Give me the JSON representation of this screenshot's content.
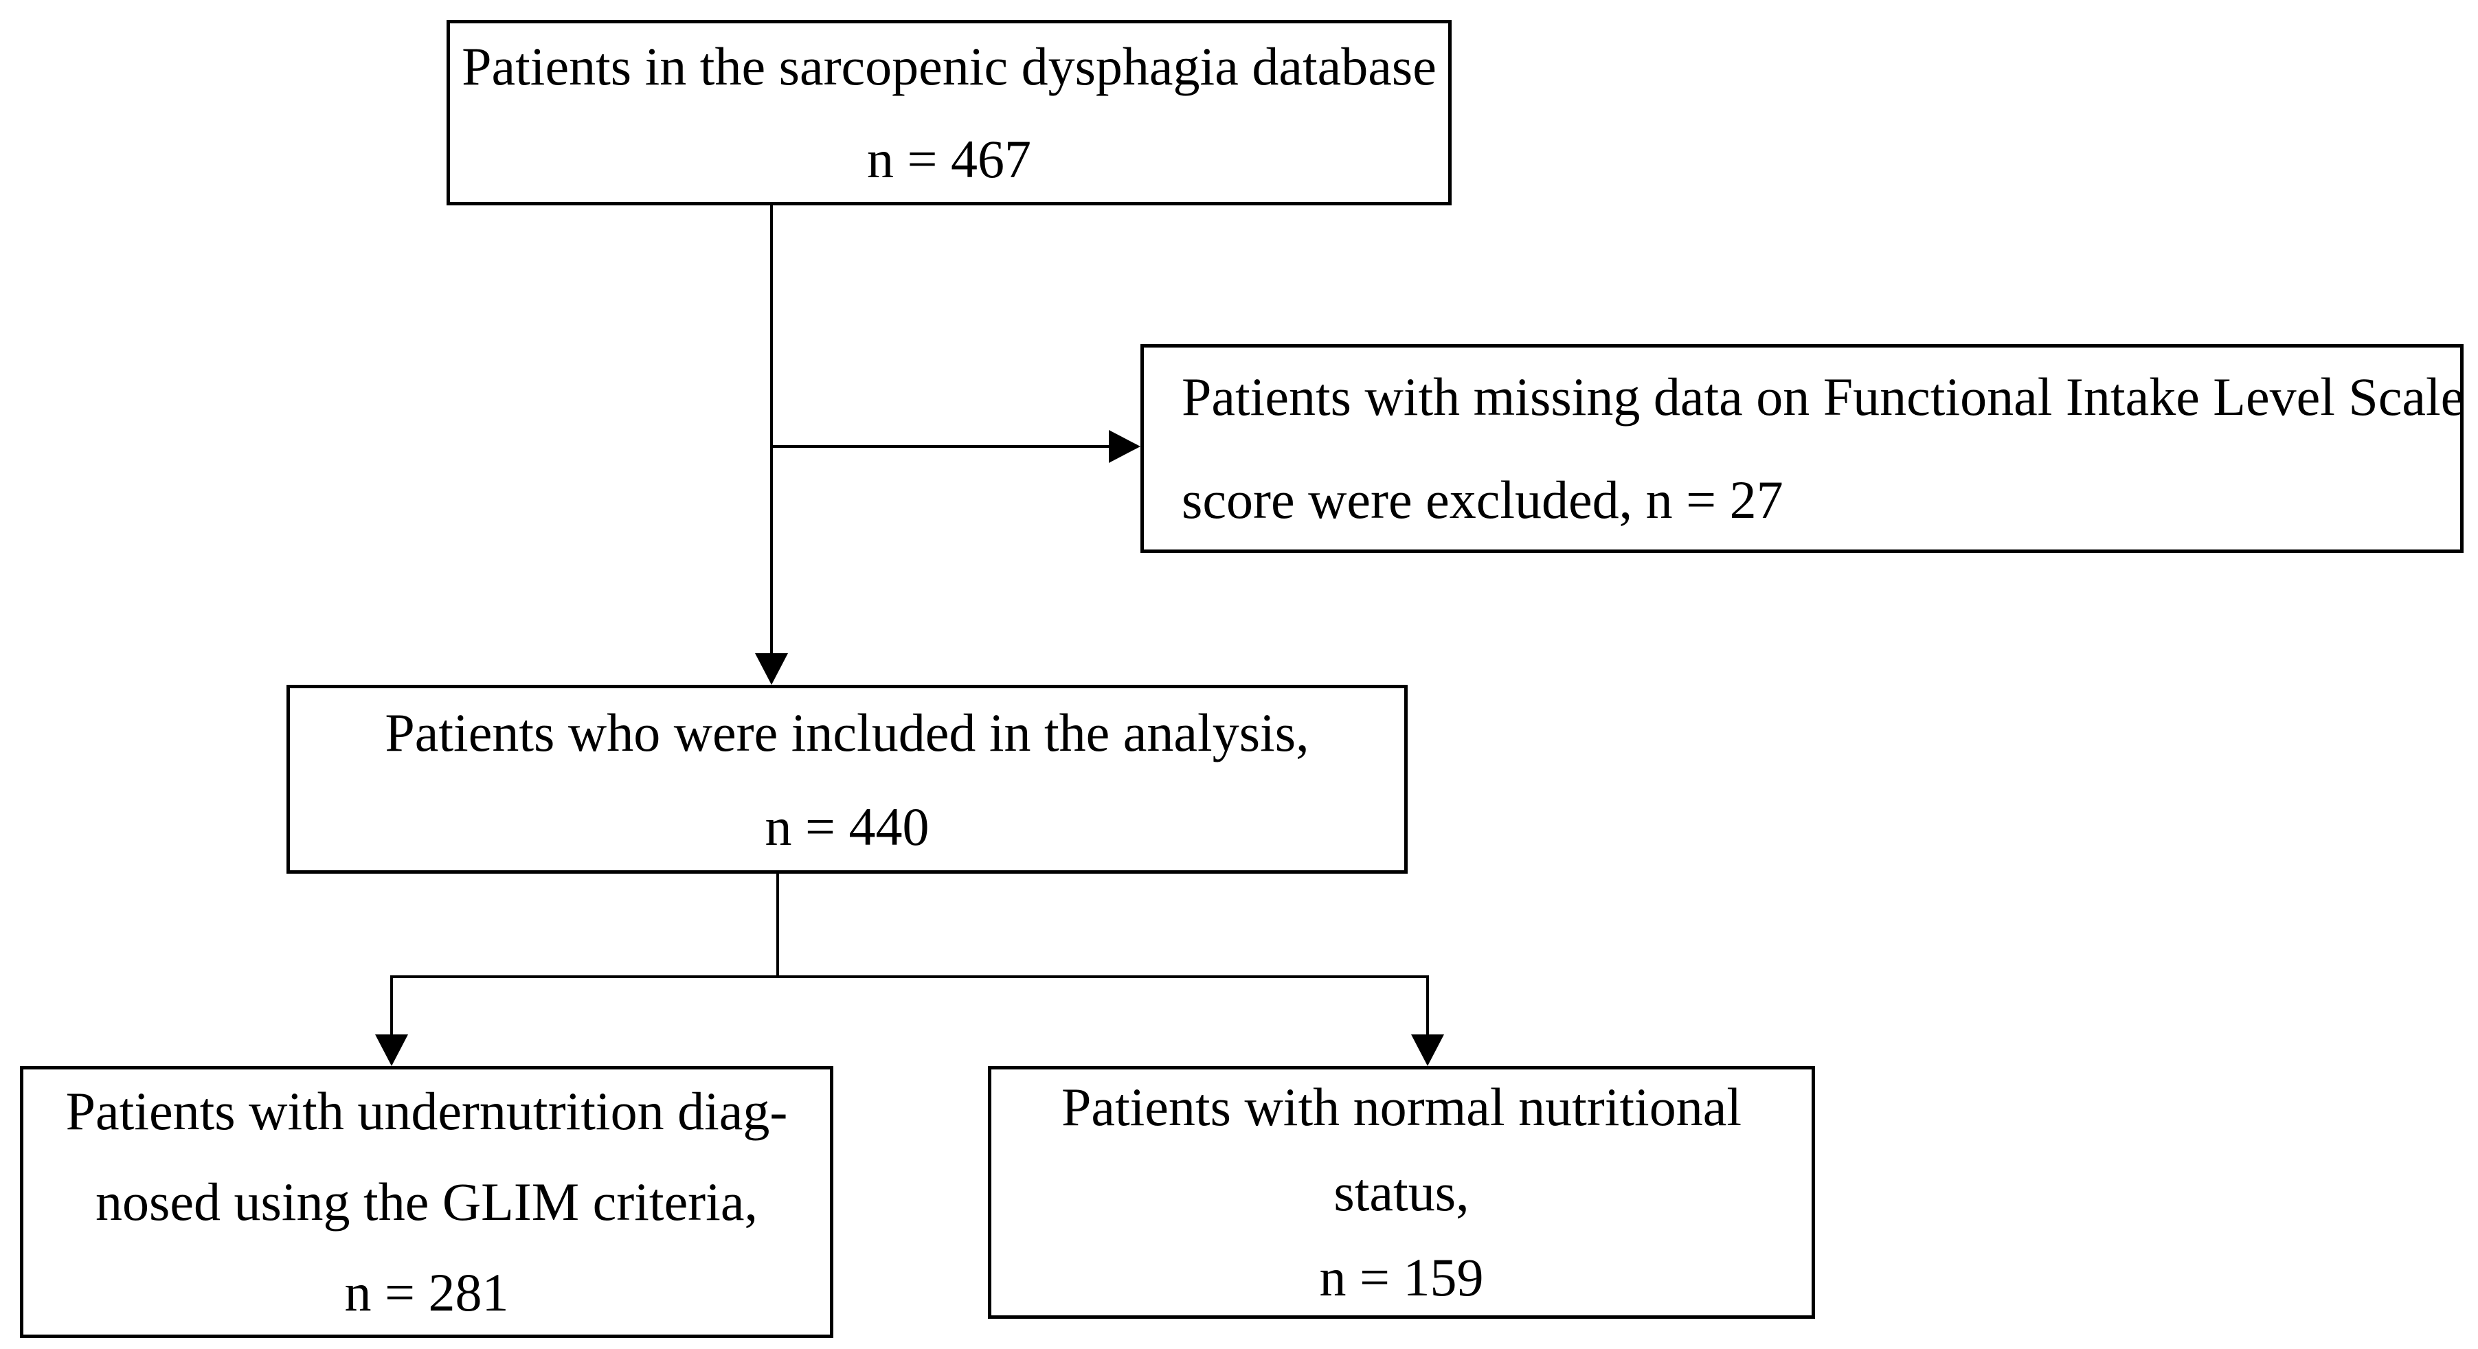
{
  "diagram": {
    "type": "flowchart",
    "nodes": {
      "source": {
        "lines": [
          "Patients in the sarcopenic dysphagia database",
          "n = 467"
        ],
        "count": 467
      },
      "excluded": {
        "lines": [
          "Patients with missing data on Functional Intake Level Scale",
          "score were excluded, n = 27"
        ],
        "count": 27
      },
      "included": {
        "lines": [
          "Patients who were included in the analysis,",
          "n = 440"
        ],
        "count": 440
      },
      "undernutrition": {
        "lines": [
          "Patients with undernutrition diag-",
          "nosed using the GLIM criteria,",
          "n = 281"
        ],
        "count": 281
      },
      "normal_status": {
        "lines": [
          "Patients with normal nutritional",
          "status,",
          "n = 159"
        ],
        "count": 159
      }
    },
    "edges": [
      {
        "from": "source",
        "to": "excluded"
      },
      {
        "from": "source",
        "to": "included"
      },
      {
        "from": "included",
        "to": "undernutrition"
      },
      {
        "from": "included",
        "to": "normal_status"
      }
    ],
    "colors": {
      "line": "#000000",
      "text": "#000000",
      "box_background": "#ffffff",
      "page_background": "#ffffff"
    }
  }
}
